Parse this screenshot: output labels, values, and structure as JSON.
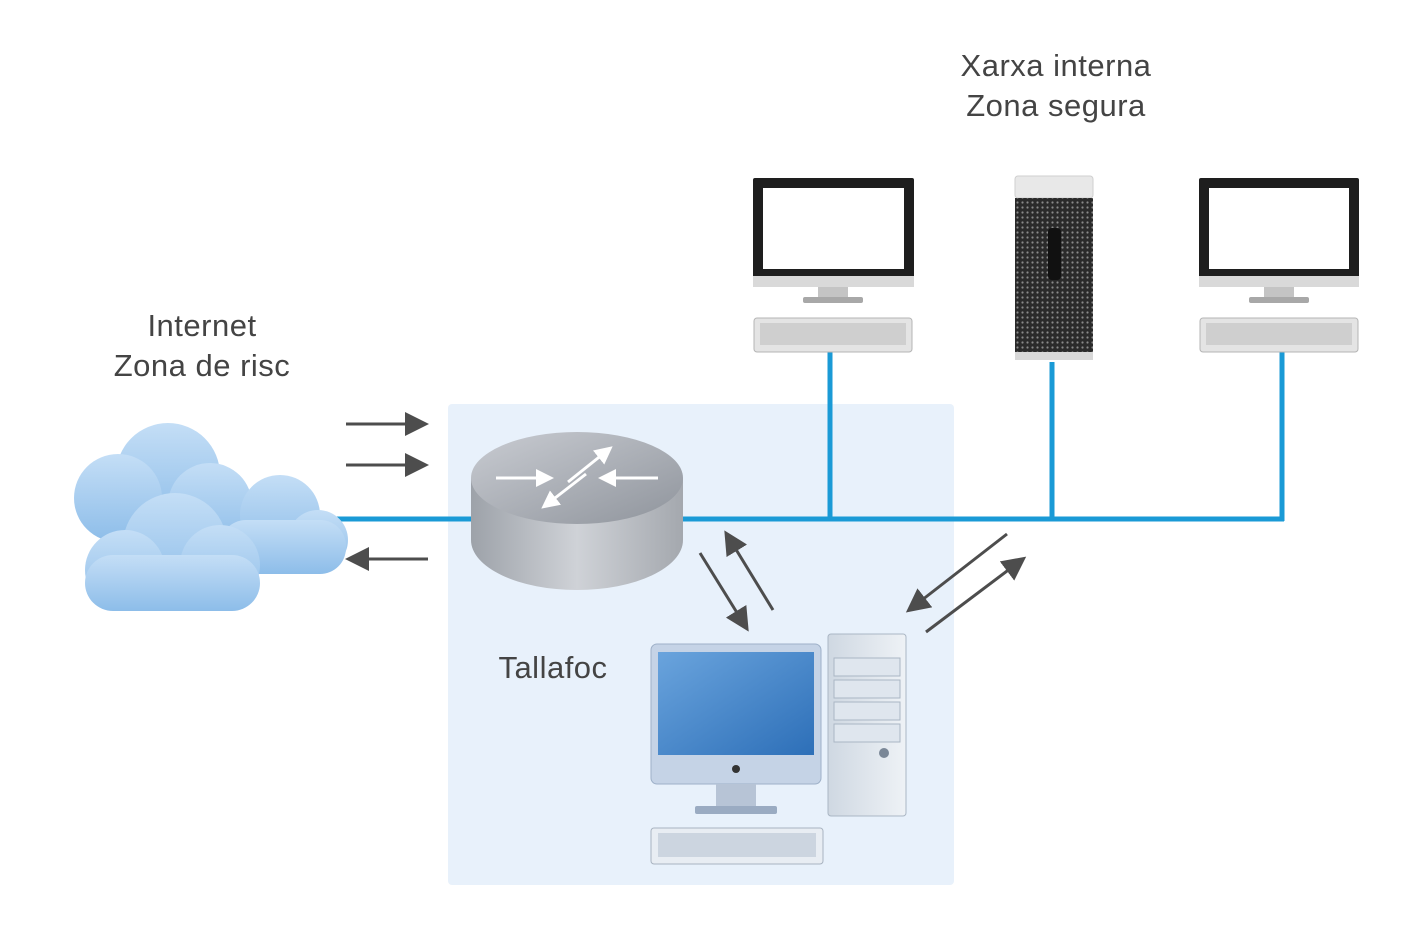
{
  "internet": {
    "line1": "Internet",
    "line2": "Zona de risc"
  },
  "internal_network": {
    "line1": "Xarxa interna",
    "line2": "Zona segura"
  },
  "firewall": {
    "label": "Tallafoc"
  },
  "colors": {
    "network_line": "#1a9ad6",
    "firewall_zone": "#e8f1fb",
    "arrow": "#4d4d4d",
    "cloud": "#9cc6ee",
    "text": "#444444"
  },
  "icons": [
    "cloud-icon",
    "router-icon",
    "monitor-icon",
    "keyboard-icon",
    "server-tower-icon",
    "desktop-computer-icon",
    "pc-tower-icon"
  ]
}
